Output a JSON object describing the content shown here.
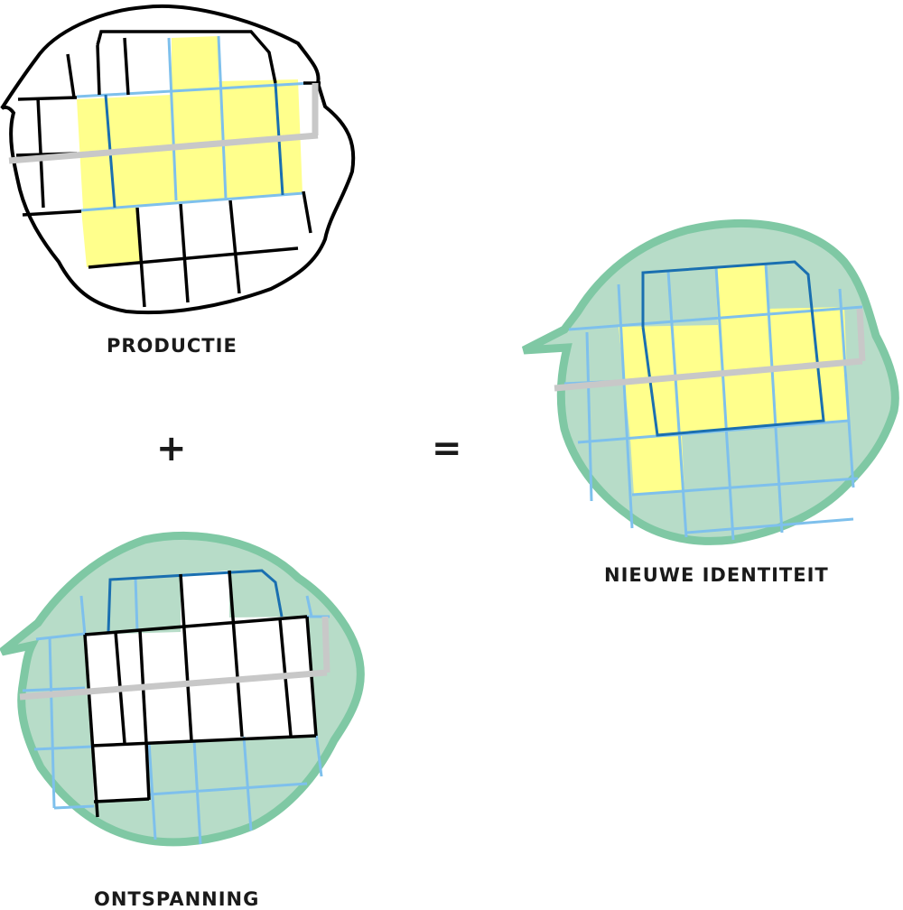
{
  "labels": {
    "productie": "PRODUCTIE",
    "ontspanning": "ONTSPANNING",
    "nieuwe_identiteit": "NIEUWE IDENTITEIT"
  },
  "operators": {
    "plus": "+",
    "equals": "="
  },
  "colors": {
    "outline_black": "#000000",
    "green_fill": "#b7dcc8",
    "green_border": "#7fc8a4",
    "yellow_fill": "#ffff8c",
    "light_blue_line": "#7ec0ec",
    "dark_blue_line": "#1a6fb0",
    "road_grey": "#c8c8c8"
  }
}
